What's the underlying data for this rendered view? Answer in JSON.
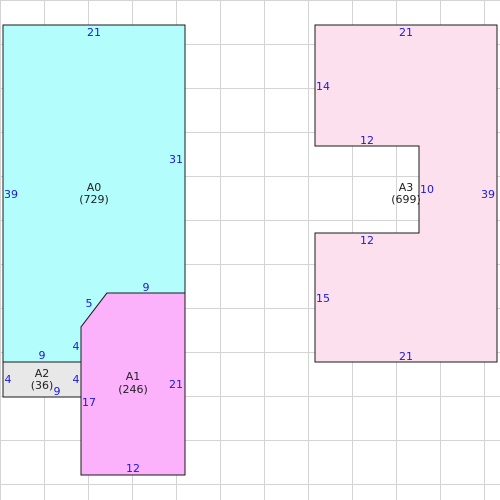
{
  "colors": {
    "background": "#ffffff",
    "grid": "#d4d4d4",
    "outline": "#1a1a1a",
    "dimension_text": "#1a1adc",
    "label_text": "#222222"
  },
  "areas": [
    {
      "id": "A0",
      "name": "A0",
      "area": "(729)",
      "fill": "#b3fdfd"
    },
    {
      "id": "A1",
      "name": "A1",
      "area": "(246)",
      "fill": "#fbb2fb"
    },
    {
      "id": "A2",
      "name": "A2",
      "area": "(36)",
      "fill": "#e8e8e8"
    },
    {
      "id": "A3",
      "name": "A3",
      "area": "(699)",
      "fill": "#fde0ee"
    }
  ],
  "dimensions": {
    "a0_top": "21",
    "a0_right": "31",
    "a0_left": "39",
    "a0_step_top": "9",
    "a0_chamfer": "5",
    "a0_notch_vertical": "4",
    "a0_bottom": "9",
    "a1_right": "21",
    "a1_left": "17",
    "a1_bottom": "12",
    "a2_left": "4",
    "a2_right": "4",
    "a2_bottom": "9",
    "a3_top": "21",
    "a3_upper_left": "14",
    "a3_notch_top": "12",
    "a3_notch_depth": "10",
    "a3_notch_bottom": "12",
    "a3_right": "39",
    "a3_lower_left": "15",
    "a3_bottom": "21"
  }
}
